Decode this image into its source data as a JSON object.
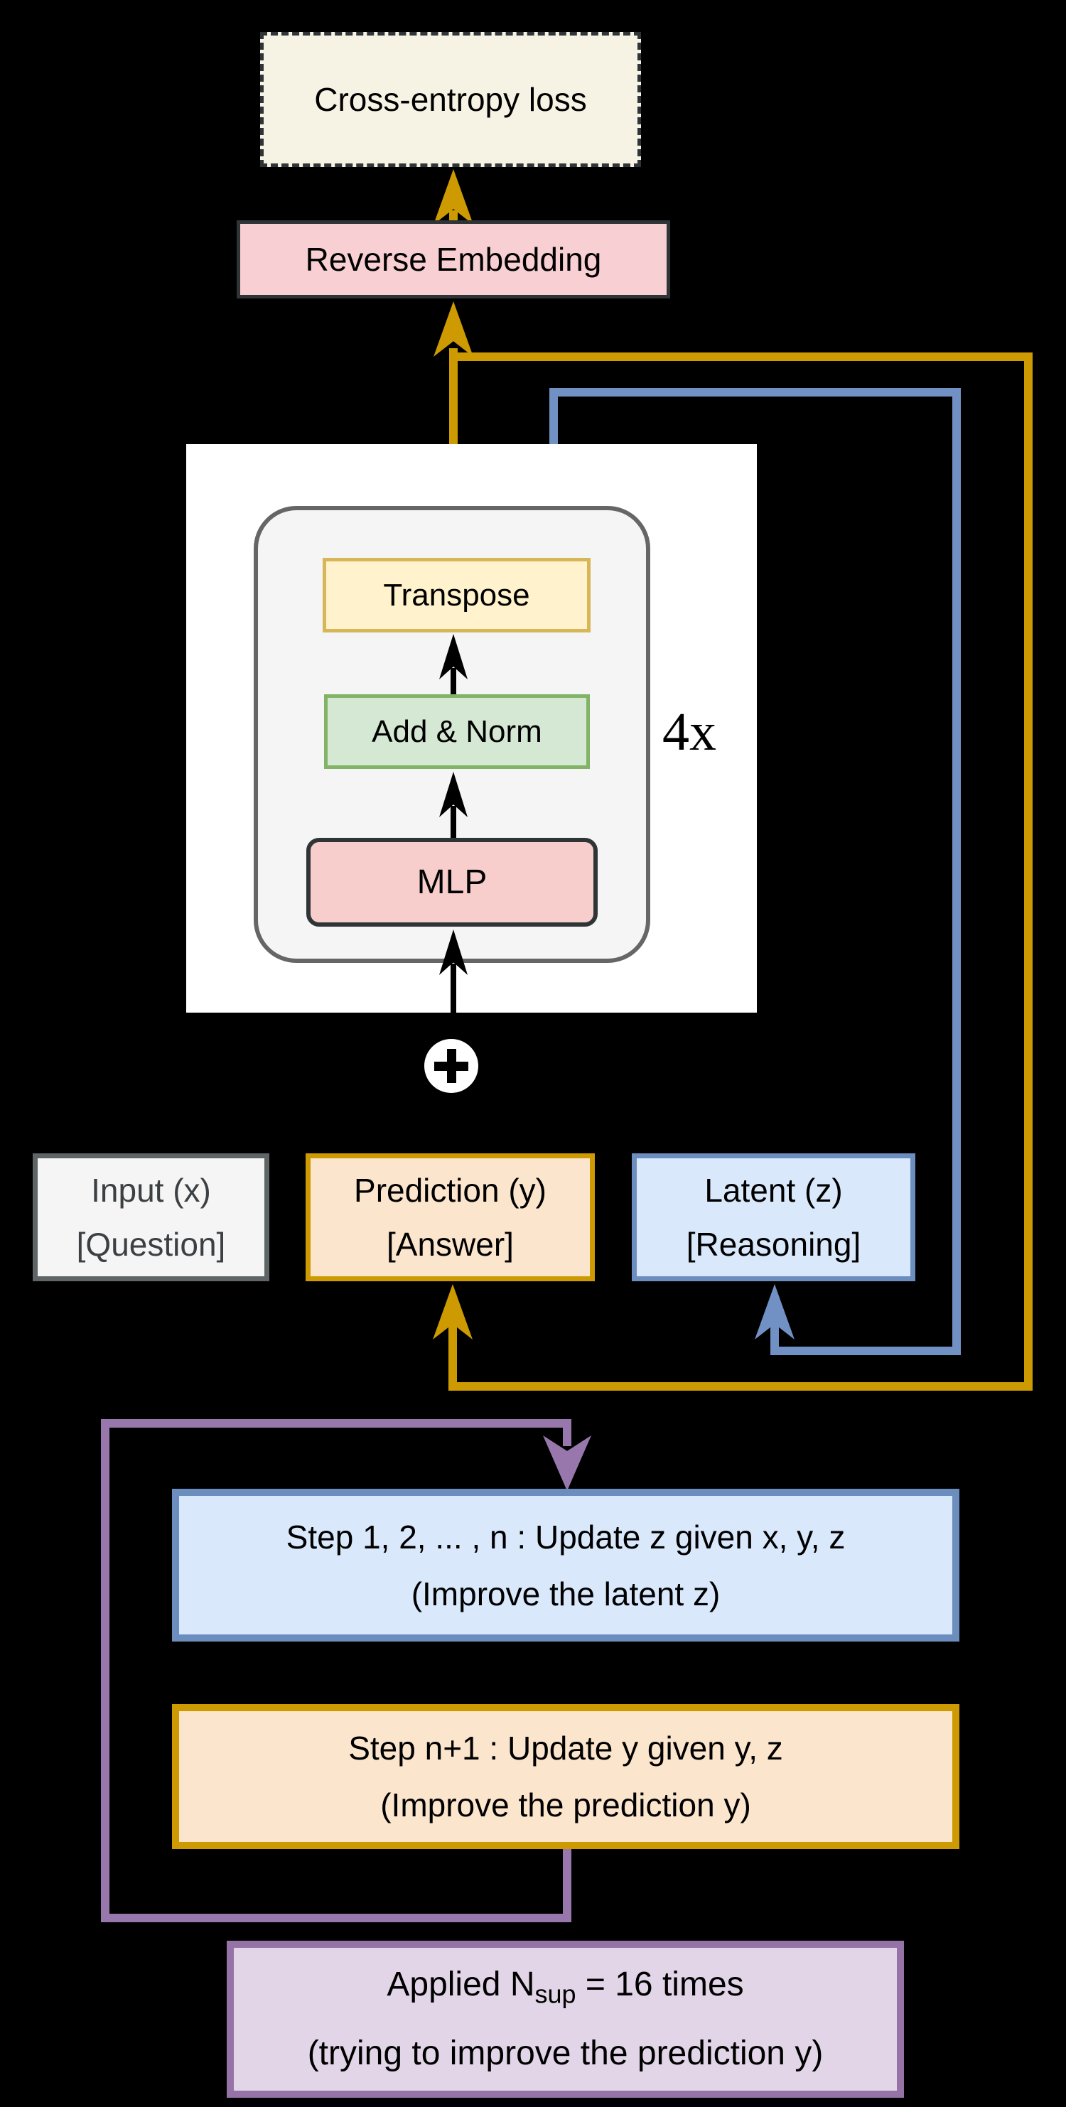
{
  "diagram": {
    "title_context": "recursive reasoning model training diagram",
    "colors": {
      "bg": "#000000",
      "ce-fill": "#F6F3E4",
      "re-fill": "#F8CFD2",
      "dark-stroke": "#2F3437",
      "panel-fill": "#FFFFFF",
      "core-fill": "#F5F5F5",
      "gray-stroke": "#666666",
      "transpose-fill": "#FFF2CC",
      "transpose-stroke": "#D6B656",
      "addnorm-fill": "#D5E8D4",
      "addnorm-stroke": "#82B366",
      "mlp-fill": "#F8CECC",
      "input-fill": "#F5F5F5",
      "input-stroke": "#5F6466",
      "orange-fill": "#FCE5CD",
      "gold": "#CE9A02",
      "blue-fill": "#DAE8FC",
      "blue-stroke": "#6C8EBF",
      "blue-line": "#7191C4",
      "purple-fill": "#E1D5E7",
      "purple-stroke": "#9673A6",
      "purple-line": "#9878AC"
    },
    "nodes": {
      "cross_entropy_loss": {
        "label": "Cross-entropy loss"
      },
      "reverse_embedding": {
        "label": "Reverse Embedding"
      },
      "core_block": {
        "transpose": "Transpose",
        "add_norm": "Add & Norm",
        "mlp": "MLP",
        "repeat_label": "4x"
      },
      "sum_symbol": "+",
      "input": {
        "line1": "Input (x)",
        "line2": "[Question]"
      },
      "prediction": {
        "line1": "Prediction (y)",
        "line2": "[Answer]"
      },
      "latent": {
        "line1": "Latent (z)",
        "line2": "[Reasoning]"
      },
      "update_z": {
        "line1": "Step 1, 2, ... , n : Update z given x, y, z",
        "line2": "(Improve the latent z)"
      },
      "update_y": {
        "line1": "Step n+1 : Update y given y, z",
        "line2": "(Improve the prediction y)"
      },
      "applied": {
        "line1_prefix": "Applied N",
        "line1_sub": "sup",
        "line1_suffix": " = 16 times",
        "line2": "(trying to improve the prediction y)"
      }
    }
  }
}
